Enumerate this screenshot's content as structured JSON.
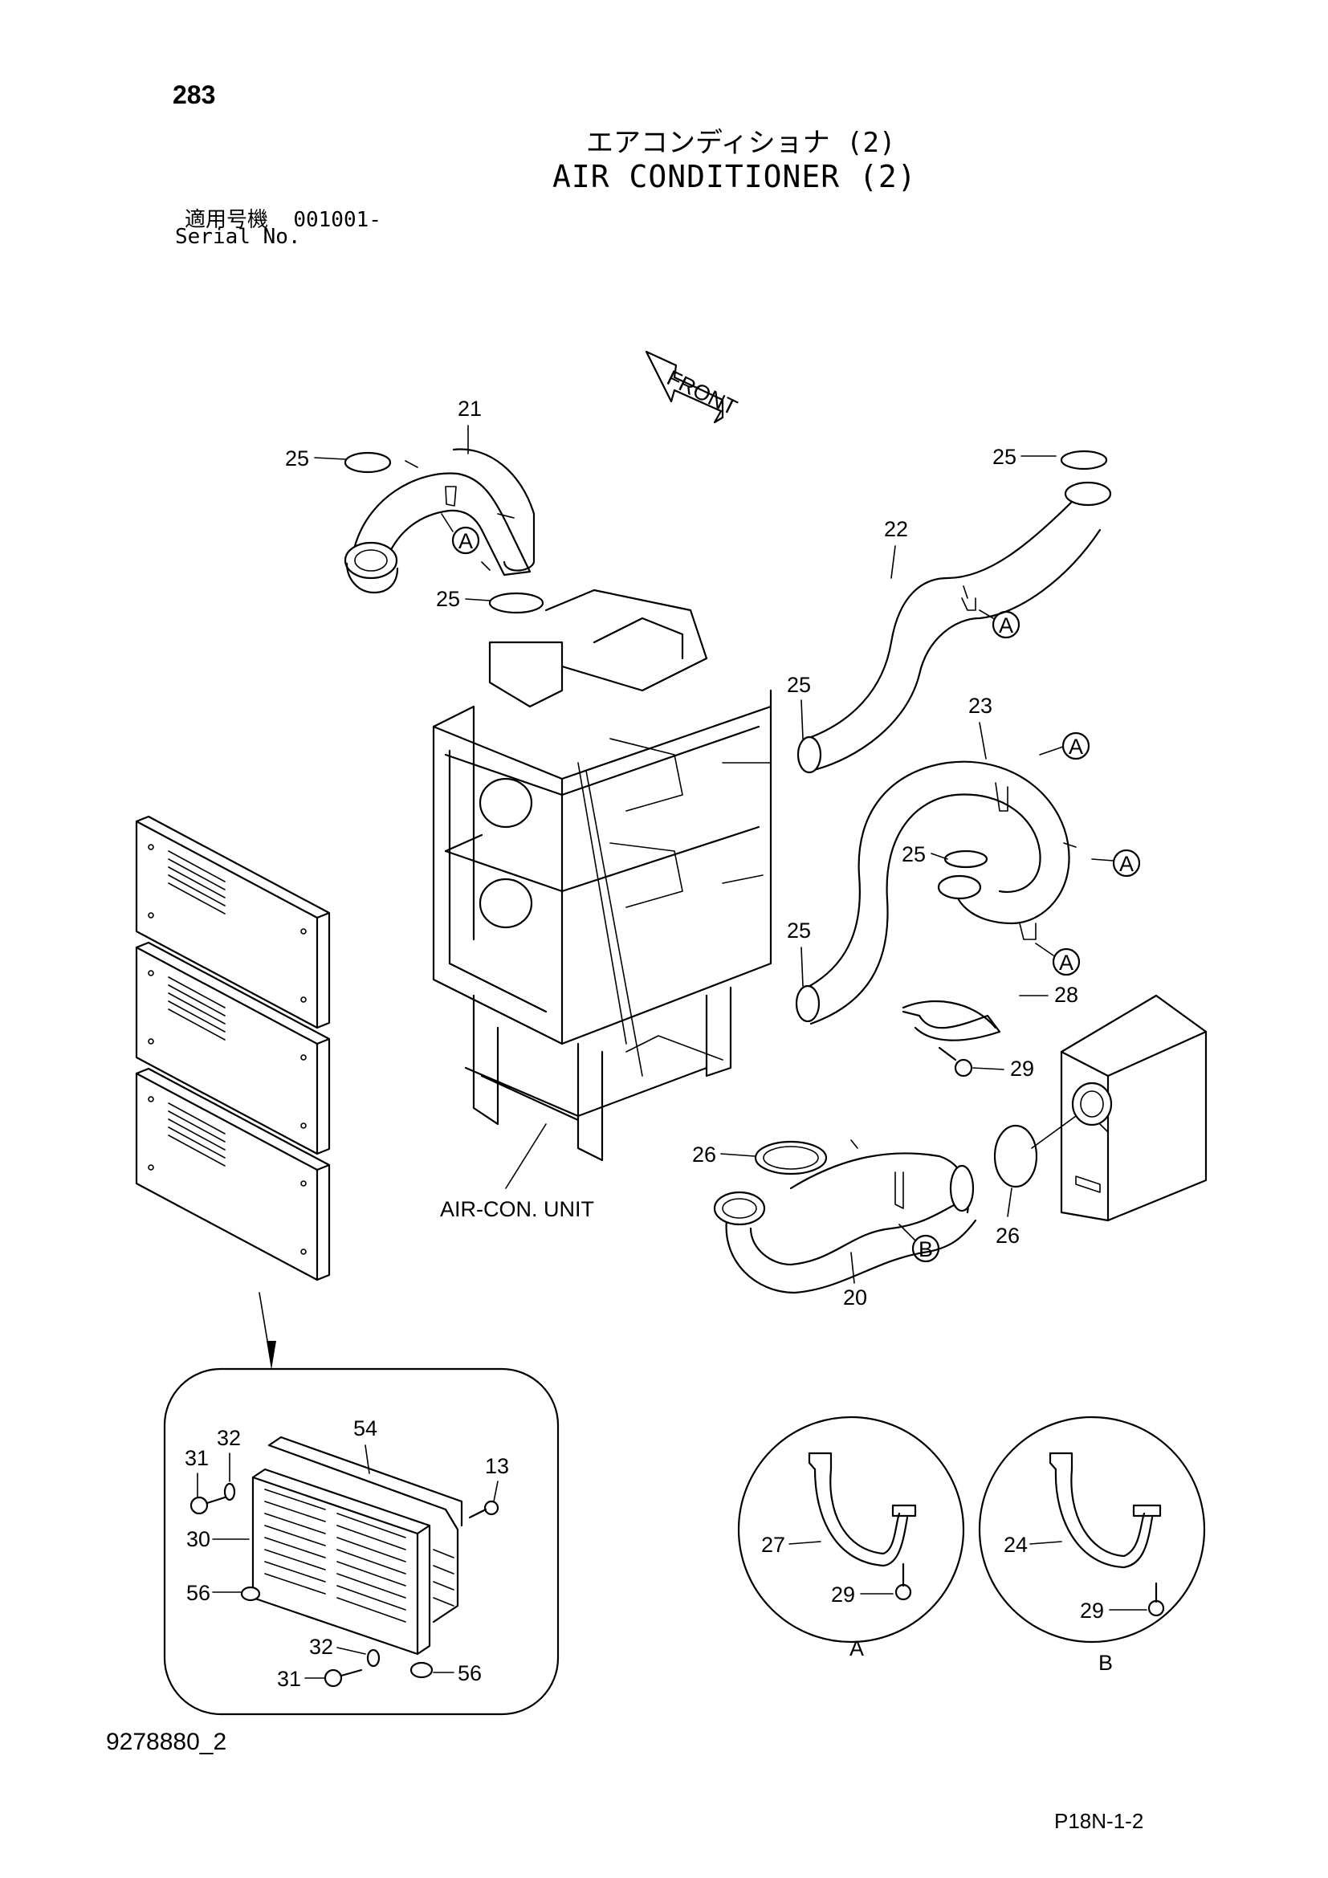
{
  "header": {
    "page_number": "283",
    "title_jp": "エアコンディショナ (2)",
    "title_en": "AIR CONDITIONER (2)",
    "serial_label_jp": "適用号機",
    "serial_value": "001001-",
    "serial_label_en": "Serial No."
  },
  "diagram": {
    "front_label": "FRONT",
    "unit_label": "AIR-CON. UNIT",
    "callouts": {
      "c21": "21",
      "c22": "22",
      "c23": "23",
      "c20": "20",
      "c25a": "25",
      "c25b": "25",
      "c25c": "25",
      "c25d": "25",
      "c25e": "25",
      "c25f": "25",
      "c26a": "26",
      "c26b": "26",
      "c28": "28",
      "c29": "29",
      "c54": "54",
      "c13": "13",
      "c31a": "31",
      "c32a": "32",
      "c30": "30",
      "c56a": "56",
      "c32b": "32",
      "c31b": "31",
      "c56b": "56",
      "c27": "27",
      "c29a": "29",
      "c24": "24",
      "c29b": "29"
    },
    "refs": {
      "A1": "A",
      "A2": "A",
      "A3": "A",
      "A4": "A",
      "A5": "A",
      "B1": "B"
    },
    "detail_labels": {
      "detail_a": "A",
      "detail_b": "B"
    }
  },
  "footer": {
    "doc_id": "9278880_2",
    "page_ref": "P18N-1-2"
  }
}
